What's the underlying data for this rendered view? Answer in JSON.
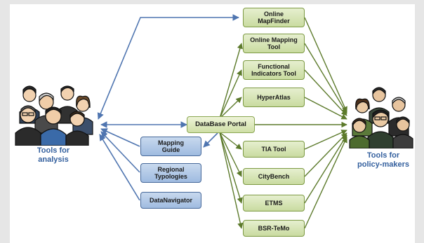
{
  "diagram": {
    "left_group": {
      "caption": "Tools for\nanalysis",
      "icon": "people-group-icon"
    },
    "right_group": {
      "caption": "Tools for\npolicy-makers",
      "icon": "people-group-icon"
    },
    "portal": {
      "label": "DataBase Portal"
    },
    "green_tools": [
      {
        "id": "online-mapfinder",
        "label": "Online\nMapFinder"
      },
      {
        "id": "online-mapping-tool",
        "label": "Online Mapping\nTool"
      },
      {
        "id": "functional-indicators-tool",
        "label": "Functional\nIndicators Tool"
      },
      {
        "id": "hyperatlas",
        "label": "HyperAtlas"
      },
      {
        "id": "tia-tool",
        "label": "TIA Tool"
      },
      {
        "id": "citybench",
        "label": "CityBench"
      },
      {
        "id": "etms",
        "label": "ETMS"
      },
      {
        "id": "bsr-temo",
        "label": "BSR-TeMo"
      }
    ],
    "blue_tools": [
      {
        "id": "mapping-guide",
        "label": "Mapping\nGuide"
      },
      {
        "id": "regional-typologies",
        "label": "Regional\nTypologies"
      },
      {
        "id": "datanavigator",
        "label": "DataNavigator"
      }
    ],
    "colors": {
      "blue_arrow": "#4f75b0",
      "green_arrow": "#5c7a2b",
      "caption": "#34609e",
      "green_box_border": "#7d9a43",
      "blue_box_border": "#47699a"
    }
  }
}
